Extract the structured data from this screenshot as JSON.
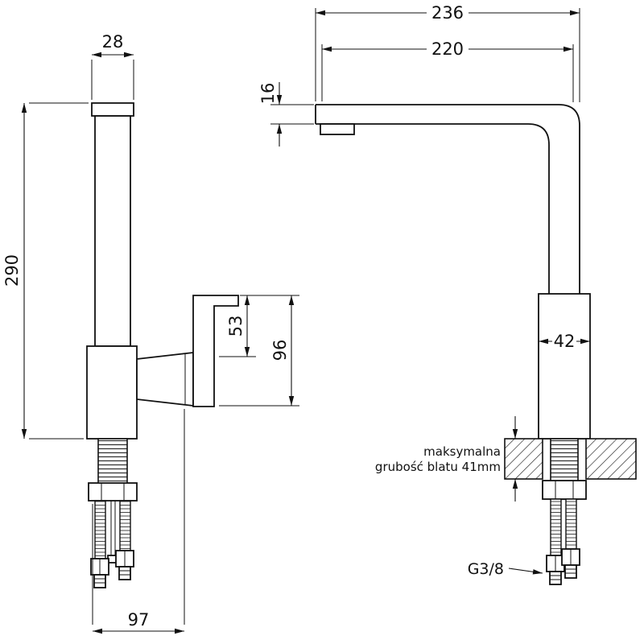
{
  "drawing": {
    "front_view": {
      "dim_spout_width_mm": "28",
      "dim_total_height_mm": "290",
      "dim_handle_offset_mm": "53",
      "dim_handle_height_mm": "96",
      "dim_base_span_mm": "97"
    },
    "side_view": {
      "dim_overall_reach_mm": "236",
      "dim_spout_reach_mm": "220",
      "dim_spout_profile_mm": "16",
      "dim_body_width_mm": "42",
      "countertop_note": {
        "line1": "maksymalna",
        "line2": "grubość blatu 41mm"
      },
      "connection_thread": "G3/8"
    }
  }
}
